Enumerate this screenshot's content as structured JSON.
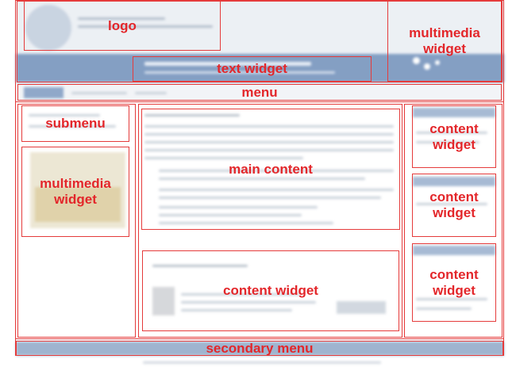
{
  "regions": {
    "logo": "logo",
    "multimedia_top": "multimedia widget",
    "text_widget": "text widget",
    "menu": "menu",
    "submenu": "submenu",
    "multimedia_left": "multimedia widget",
    "main_content": "main content",
    "content_widget_main": "content widget",
    "content_widget_1": "content widget",
    "content_widget_2": "content widget",
    "content_widget_3": "content widget",
    "secondary_menu": "secondary menu"
  },
  "colors": {
    "annotation": "#e3262a",
    "header_band": "#5b7fb0",
    "secondary_menu_band": "#7f9cc0"
  }
}
